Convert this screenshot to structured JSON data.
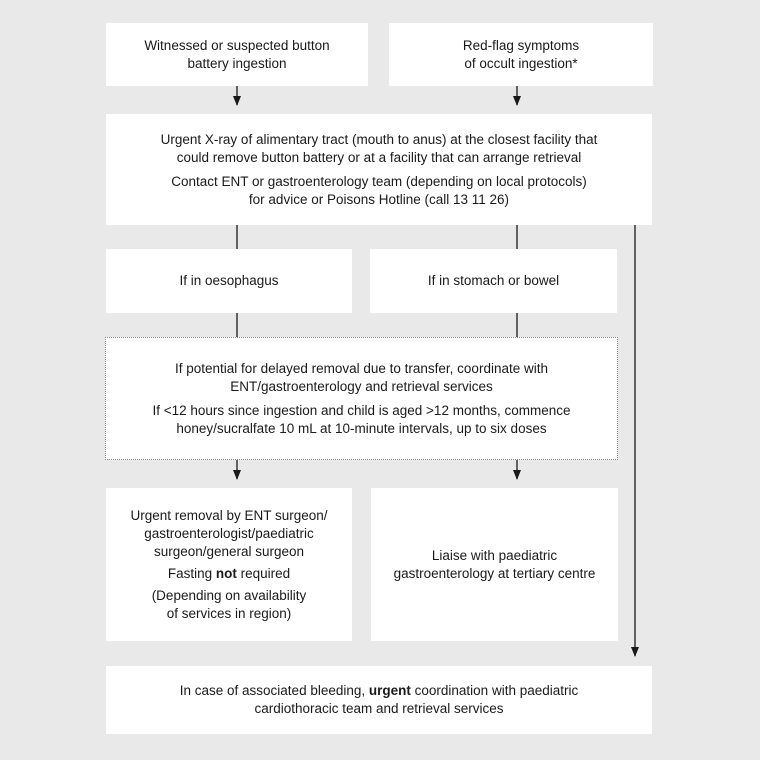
{
  "boxes": {
    "witnessed": [
      "Witnessed or suspected button",
      "battery ingestion"
    ],
    "redflag": [
      "Red-flag symptoms",
      "of occult ingestion*"
    ],
    "xray": {
      "para1": [
        "Urgent X-ray of alimentary tract (mouth to anus) at the closest facility that",
        "could remove button battery or at a facility that can arrange retrieval"
      ],
      "para2": [
        "Contact ENT or gastroenterology team (depending on local protocols)",
        "for advice or Poisons Hotline (call 13 11 26)"
      ]
    },
    "oesophagus": "If in oesophagus",
    "stomach": "If in stomach or bowel",
    "delayed": {
      "para1": [
        "If potential for delayed removal due to transfer, coordinate with",
        "ENT/gastroenterology and retrieval services"
      ],
      "para2": [
        "If <12 hours since ingestion and child is aged >12 months, commence",
        "honey/sucralfate 10 mL at 10-minute intervals, up to six doses"
      ]
    },
    "urgent_removal": {
      "para1": [
        "Urgent removal by ENT surgeon/",
        "gastroenterologist/paediatric",
        "surgeon/general surgeon"
      ],
      "fasting_pre": "Fasting ",
      "fasting_bold": "not",
      "fasting_post": " required",
      "para3": [
        "(Depending on availability",
        "of services in region)"
      ]
    },
    "liaise": [
      "Liaise with paediatric",
      "gastroenterology at tertiary centre"
    ],
    "bleeding": {
      "line1_pre": "In case of associated bleeding, ",
      "line1_bold": "urgent",
      "line1_post": " coordination with paediatric",
      "line2": "cardiothoracic team and retrieval services"
    }
  }
}
